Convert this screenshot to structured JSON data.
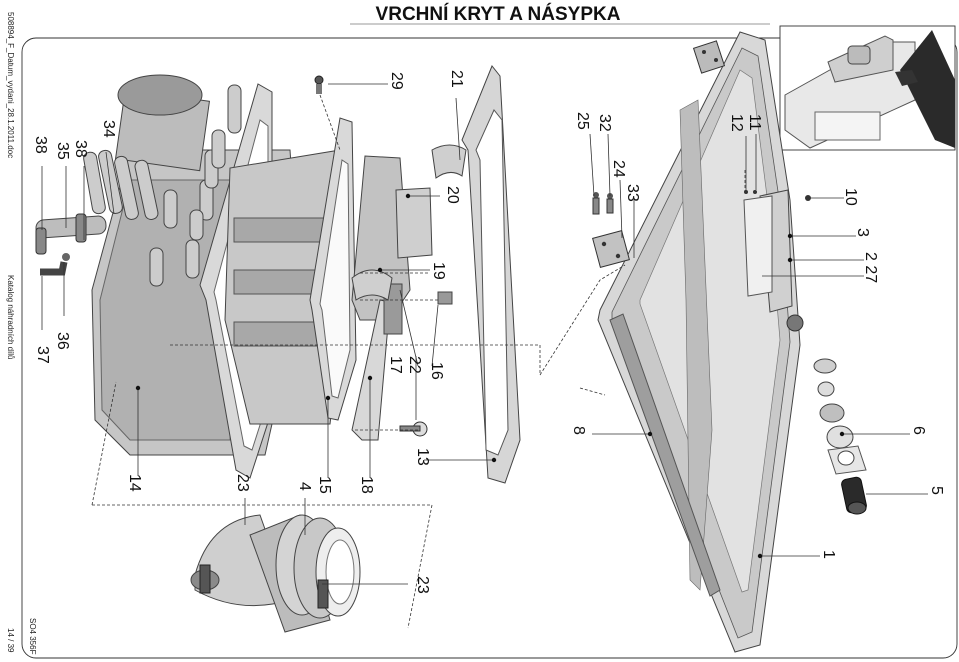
{
  "header": {
    "title": "VRCHNÍ KRYT A NÁSYPKA"
  },
  "margin": {
    "doc_name": "508894_F_Datum_vydani_28.1.2011.doc",
    "catalog": "Katalog náhradních dílů",
    "model": "SO4 356F",
    "page": "14 / 39"
  },
  "callouts": {
    "c1": "1",
    "c3": "3",
    "c4": "4",
    "c5": "5",
    "c6": "6",
    "c8": "8",
    "c10": "10",
    "c11": "11",
    "c12": "12",
    "c13": "13",
    "c14": "14",
    "c15": "15",
    "c16": "16",
    "c17": "17",
    "c18": "18",
    "c19": "19",
    "c20": "20",
    "c21": "21",
    "c22": "22",
    "c23a": "23",
    "c23b": "23",
    "c24": "24",
    "c25": "25",
    "c29": "29",
    "c32": "32",
    "c33": "33",
    "c34": "34",
    "c35": "35",
    "c36": "36",
    "c37": "37",
    "c38a": "38",
    "c38b": "38",
    "c2_27": "2 27"
  },
  "colors": {
    "part_fill": "#d4d4d4",
    "part_dark": "#9a9a9a",
    "panel_light": "#e6e6e6",
    "detail_dark": "#2a2a2a"
  }
}
